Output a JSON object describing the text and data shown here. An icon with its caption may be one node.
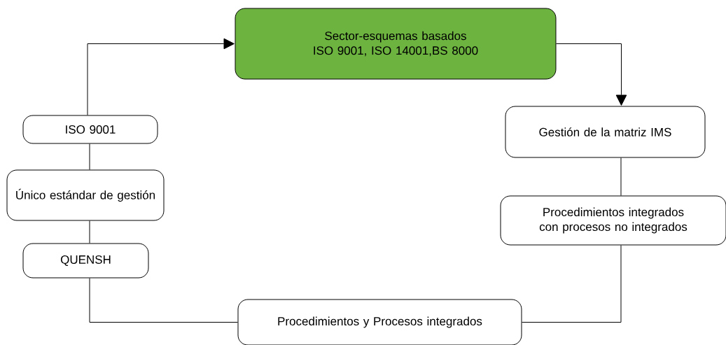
{
  "diagram": {
    "nodes": [
      {
        "text": [
          "Sector-esquemas basados ISO 9001, ISO 14001,BS 8000"
        ]
      },
      {
        "text": [
          "Gestión de la matriz IMS"
        ]
      },
      {
        "text": [
          "Procedimientos integrados con procesos no integrados"
        ]
      },
      {
        "text": [
          "Procedimientos y Procesos integrados"
        ]
      },
      {
        "text": [
          "QUENSH"
        ]
      },
      {
        "text": [
          "Único estándar de gestión"
        ]
      },
      {
        "text": [
          "ISO 9001"
        ]
      }
    ],
    "edges": [
      {
        "from": 0,
        "to": 1,
        "arrow": "to"
      },
      {
        "from": 1,
        "to": 2,
        "arrow": "none"
      },
      {
        "from": 2,
        "to": 3,
        "arrow": "none"
      },
      {
        "from": 3,
        "to": 4,
        "arrow": "none"
      },
      {
        "from": 4,
        "to": 5,
        "arrow": "none"
      },
      {
        "from": 5,
        "to": 6,
        "arrow": "none"
      },
      {
        "from": 6,
        "to": 0,
        "arrow": "to"
      }
    ]
  }
}
